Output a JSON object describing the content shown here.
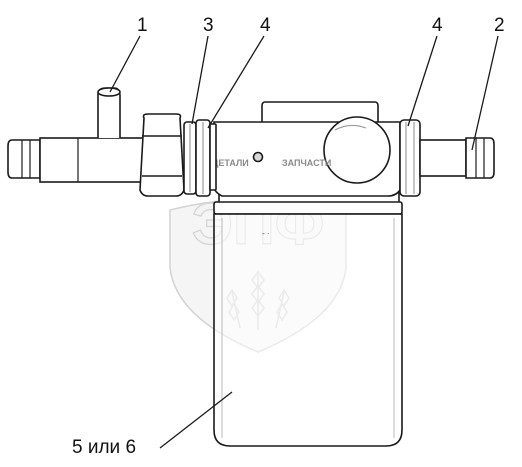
{
  "callouts": {
    "c1": "1",
    "c2": "2",
    "c3": "3",
    "c4_left": "4",
    "c4_right": "4",
    "c5": "5 или 6"
  },
  "watermark": {
    "logo": "ЭПФ",
    "left_text": "ДЕТАЛИ",
    "right_text": "ЗАПЧАСТИ"
  },
  "colors": {
    "line": "#1a1a1a",
    "part_fill": "#ffffff",
    "shade": "#9a9a9a",
    "watermark": "#d0d0d0"
  }
}
